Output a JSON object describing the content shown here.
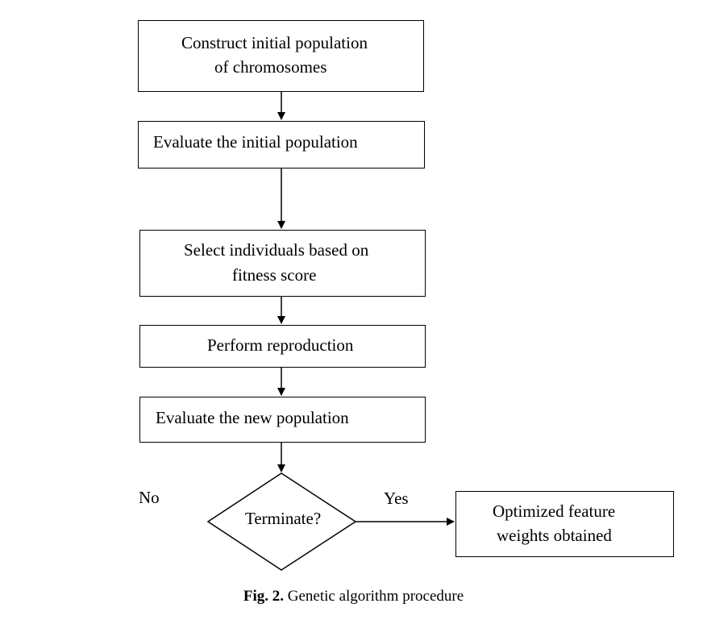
{
  "steps": {
    "construct": {
      "line1": "Construct initial population",
      "line2": "of chromosomes"
    },
    "evaluate_initial": {
      "line1": "Evaluate the initial population"
    },
    "select": {
      "line1": "Select individuals based on",
      "line2": "fitness score"
    },
    "reproduce": {
      "line1": "Perform reproduction"
    },
    "evaluate_new": {
      "line1": "Evaluate the new population"
    },
    "decision": {
      "label": "Terminate?"
    },
    "result": {
      "line1": "Optimized feature",
      "line2": "weights obtained"
    }
  },
  "branches": {
    "no": "No",
    "yes": "Yes"
  },
  "caption": {
    "label": "Fig. 2.",
    "text": "Genetic algorithm procedure"
  }
}
